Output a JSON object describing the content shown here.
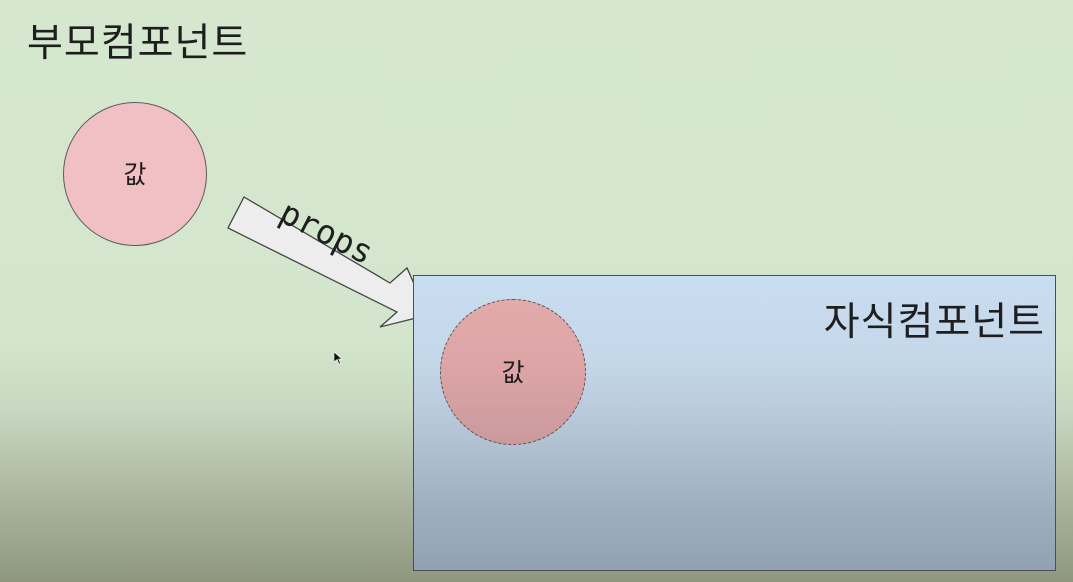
{
  "parent_component": {
    "title": "부모컴포넌트",
    "value_label": "값"
  },
  "connector": {
    "label": "props"
  },
  "child_component": {
    "title": "자식컴포넌트",
    "value_label": "값"
  },
  "colors": {
    "background": "#d5e8cf",
    "parent_value_fill": "#f0c0c4",
    "child_box_fill": "#c9ddf0",
    "child_value_fill": "#dca4a6",
    "arrow_fill": "#ededed"
  }
}
